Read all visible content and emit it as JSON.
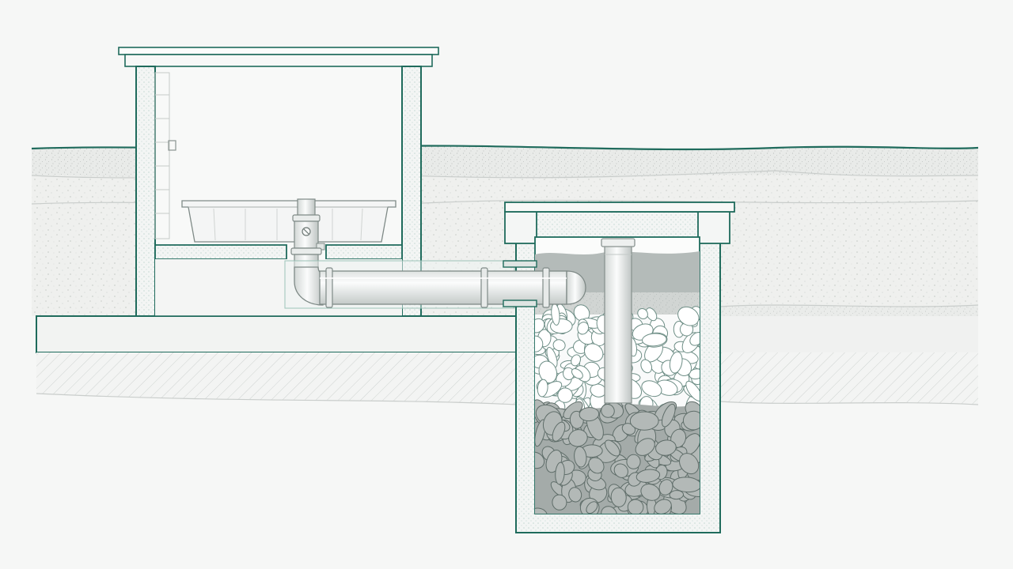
{
  "diagram": {
    "labels": [],
    "colors": {
      "background": "#f6f7f6",
      "outline": "#1f6b5c",
      "soil": "#f1f2f0",
      "soil_speckle": "#b9bebb",
      "pipe": "#eef0ef",
      "pipe_shade": "#c9cecc",
      "water": "#b6bcba",
      "stones_light": "#ffffff",
      "stones_dark": "#9aa19f",
      "gravel_bed": "#a7aeac"
    },
    "components": [
      "building-shed",
      "washtub",
      "floor-drain-trap",
      "drain-pipe",
      "soakaway-pit",
      "vent-riser",
      "stone-fill"
    ]
  }
}
